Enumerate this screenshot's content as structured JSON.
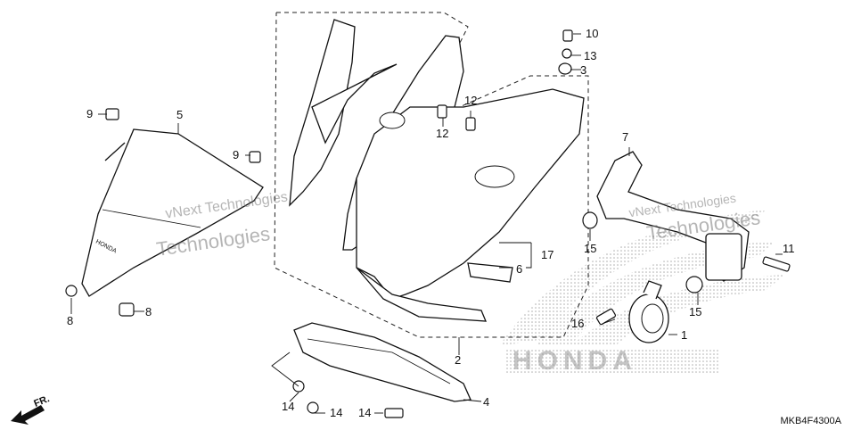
{
  "diagram": {
    "code": "MKB4F4300A",
    "forward_label": "FR.",
    "watermark": {
      "line1": "vNext Technologies",
      "line2": "Technologies"
    },
    "brand_mark": "HONDA",
    "callouts": {
      "c1": "1",
      "c2": "2",
      "c3": "3",
      "c4": "4",
      "c5": "5",
      "c6": "6",
      "c7": "7",
      "c8a": "8",
      "c8b": "8",
      "c9a": "9",
      "c9b": "9",
      "c10": "10",
      "c11": "11",
      "c12a": "12",
      "c12b": "12",
      "c13": "13",
      "c14a": "14",
      "c14b": "14",
      "c14c": "14",
      "c15a": "15",
      "c15b": "15",
      "c16": "16",
      "c17": "17"
    }
  }
}
